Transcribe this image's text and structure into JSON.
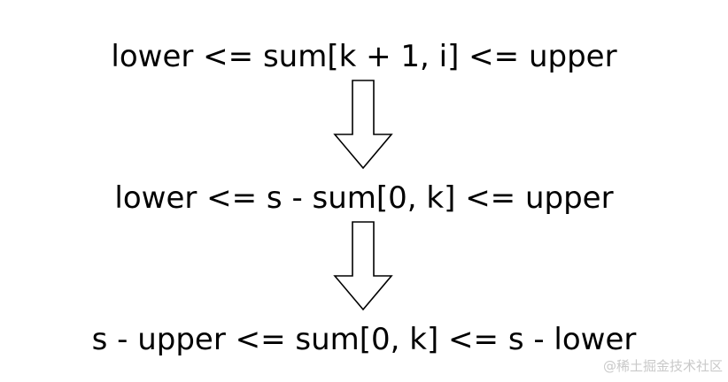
{
  "equations": [
    "lower <= sum[k + 1, i] <= upper",
    "lower <= s - sum[0, k] <= upper",
    "s - upper <= sum[0, k] <= s - lower"
  ],
  "watermark": "@稀土掘金技术社区",
  "colors": {
    "text": "#000000",
    "arrow_stroke": "#000000",
    "arrow_fill": "#ffffff",
    "watermark": "#c9c9c9"
  },
  "icons": [
    "down-arrow-icon",
    "down-arrow-icon"
  ]
}
